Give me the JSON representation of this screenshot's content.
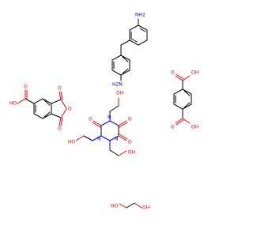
{
  "colors": {
    "carbon_bond": "#000000",
    "oxygen": "#ff0000",
    "nitrogen": "#0000ff",
    "background": "#ffffff"
  },
  "labels": {
    "methylenedianiline_nh2_top": "NH2",
    "methylenedianiline_nh2_bottom": "H2N",
    "trimellitic_ho": "HO",
    "trimellitic_o_acid": "O",
    "trimellitic_o_top": "O",
    "trimellitic_o_ring": "O",
    "trimellitic_o_bottom": "O",
    "isocyanurate_oh_top": "OH",
    "isocyanurate_o_left": "O",
    "isocyanurate_o_right": "O",
    "isocyanurate_o_bottom": "O",
    "isocyanurate_n_top": "N",
    "isocyanurate_n_left": "N",
    "isocyanurate_n_right": "N",
    "isocyanurate_ho_left": "HO",
    "isocyanurate_oh_bottom": "OH",
    "terephthalic_o_top": "O",
    "terephthalic_oh_top": "OH",
    "terephthalic_o_bottom": "O",
    "terephthalic_oh_bottom": "OH",
    "ethylene_glycol_ho": "HO",
    "ethylene_glycol_oh": "OH"
  }
}
